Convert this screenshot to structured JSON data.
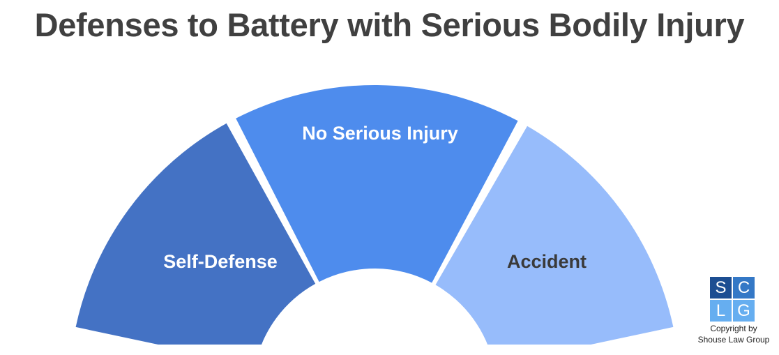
{
  "title": "Defenses to Battery with Serious Bodily Injury",
  "colors": {
    "title": "#404040",
    "segment_self_defense": "#4472c4",
    "segment_no_serious_injury": "#4e8ced",
    "segment_accident": "#97bcfb",
    "label_light": "#ffffff",
    "label_dark": "#3a3a3a",
    "logo_dark": "#1d4e92",
    "logo_mid": "#3478c6",
    "logo_light": "#66aef0"
  },
  "segments": [
    {
      "label": "Self-Defense",
      "color": "#4472c4",
      "text_color": "#ffffff"
    },
    {
      "label": "No Serious Injury",
      "color": "#4e8ced",
      "text_color": "#ffffff"
    },
    {
      "label": "Accident",
      "color": "#97bcfb",
      "text_color": "#3a3a3a"
    }
  ],
  "logo": {
    "letters": [
      "S",
      "C",
      "L",
      "G"
    ],
    "icon": "sclg-logo-icon"
  },
  "copyright": {
    "line1": "Copyright by",
    "line2": "Shouse Law Group"
  }
}
